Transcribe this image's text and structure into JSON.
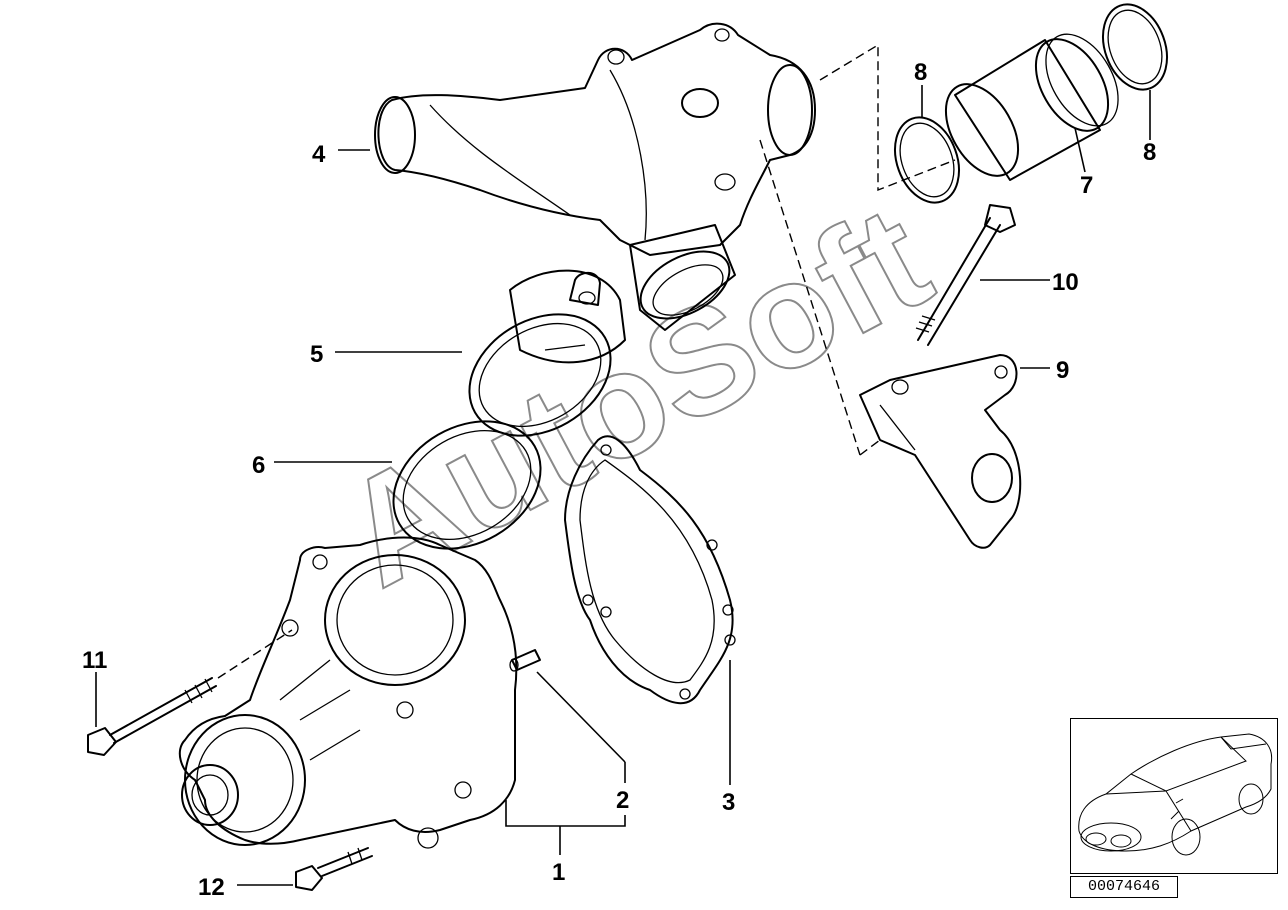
{
  "watermark": "AutoSoft",
  "diagram_id": "00074646",
  "callouts": {
    "c1": "1",
    "c2": "2",
    "c3": "3",
    "c4": "4",
    "c5": "5",
    "c6": "6",
    "c7": "7",
    "c8a": "8",
    "c8b": "8",
    "c9": "9",
    "c10": "10",
    "c11": "11",
    "c12": "12"
  }
}
